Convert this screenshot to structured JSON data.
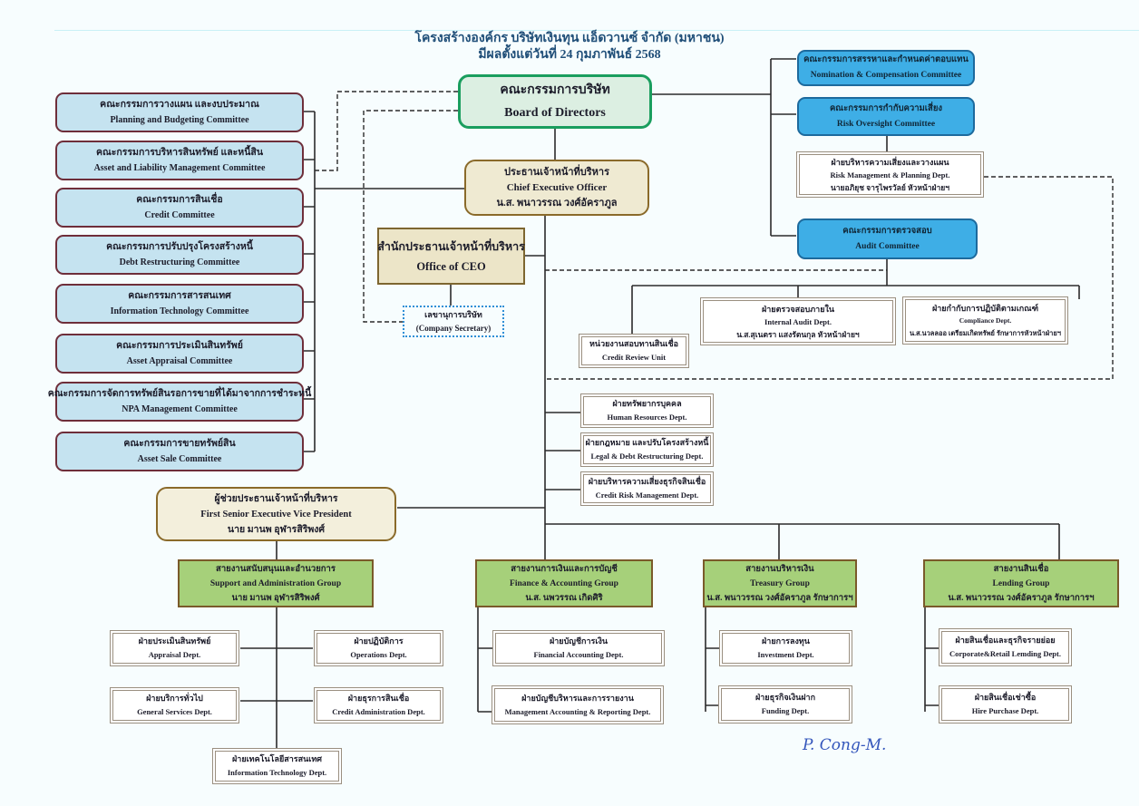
{
  "header": {
    "title": "โครงสร้างองค์กร บริษัทเงินทุน แอ็ดวานซ์ จำกัด (มหาชน)",
    "effective_date": "มีผลตั้งแต่วันที่ 24 กุมภาพันธ์ 2568"
  },
  "colors": {
    "committee_fill": "#c5e3f0",
    "board_border": "#1a9e5e",
    "blue_committee_fill": "#3eaee6",
    "group_fill": "#a6d07a",
    "title_color": "#1f4e78"
  },
  "board": {
    "th": "คณะกรรมการบริษัท",
    "en": "Board of Directors"
  },
  "left_committees": [
    {
      "th": "คณะกรรมการวางแผน และงบประมาณ",
      "en": "Planning and Budgeting Committee"
    },
    {
      "th": "คณะกรรมการบริหารสินทรัพย์ และหนี้สิน",
      "en": "Asset and Liability Management Committee"
    },
    {
      "th": "คณะกรรมการสินเชื่อ",
      "en": "Credit Committee"
    },
    {
      "th": "คณะกรรมการปรับปรุงโครงสร้างหนี้",
      "en": "Debt Restructuring Committee"
    },
    {
      "th": "คณะกรรมการสารสนเทศ",
      "en": "Information Technology Committee"
    },
    {
      "th": "คณะกรรมการประเมินสินทรัพย์",
      "en": "Asset Appraisal Committee"
    },
    {
      "th": "คณะกรรมการจัดการทรัพย์สินรอการขายที่ได้มาจากการชำระหนี้",
      "en": "NPA Management Committee"
    },
    {
      "th": "คณะกรรมการขายทรัพย์สิน",
      "en": "Asset Sale Committee"
    }
  ],
  "right_committees": {
    "nomination": {
      "th": "คณะกรรมการสรรหาและกำหนดค่าตอบแทน",
      "en": "Nomination & Compensation Committee"
    },
    "risk": {
      "th": "คณะกรรมการกำกับความเสี่ยง",
      "en": "Risk Oversight Committee"
    },
    "risk_dept": {
      "th": "ฝ่ายบริหารความเสี่ยงและวางแผน",
      "en": "Risk Management & Planning Dept.",
      "head": "นายอภิยุช จารุไพรวัลย์  หัวหน้าฝ่ายฯ"
    },
    "audit": {
      "th": "คณะกรรมการตรวจสอบ",
      "en": "Audit Committee"
    }
  },
  "audit_units": [
    {
      "th": "หน่วยงานสอบทานสินเชื่อ",
      "en": "Credit Review Unit"
    },
    {
      "th": "ฝ่ายตรวจสอบภายใน",
      "en": "Internal Audit Dept.",
      "head": "น.ส.สุเนตรา แสงรัตนกุล  หัวหน้าฝ่ายฯ"
    },
    {
      "th": "ฝ่ายกำกับการปฏิบัติตามเกณฑ์",
      "en": "Compliance Dept.",
      "head": "น.ส.นวลลออ เตรียมเกิดทรัพย์ รักษาการหัวหน้าฝ่ายฯ"
    }
  ],
  "ceo": {
    "th": "ประธานเจ้าหน้าที่บริหาร",
    "en": "Chief Executive Officer",
    "name": "น.ส. พนาวรรณ วงศ์อัคราภูล"
  },
  "office_ceo": {
    "th": "สำนักประธานเจ้าหน้าที่บริหาร",
    "en": "Office of CEO"
  },
  "secretary": {
    "th": "เลขานุการบริษัท",
    "en": "(Company Secretary)"
  },
  "ceo_depts": [
    {
      "th": "ฝ่ายทรัพยากรบุคคล",
      "en": "Human Resources Dept."
    },
    {
      "th": "ฝ่ายกฎหมาย และปรับโครงสร้างหนี้",
      "en": "Legal & Debt Restructuring Dept."
    },
    {
      "th": "ฝ่ายบริหารความเสี่ยงธุรกิจสินเชื่อ",
      "en": "Credit Risk Management Dept."
    }
  ],
  "fsevp": {
    "th": "ผู้ช่วยประธานเจ้าหน้าที่บริหาร",
    "en": "First Senior Executive Vice President",
    "name": "นาย มานพ อุฬารสิริพงศ์"
  },
  "groups": [
    {
      "th": "สายงานสนับสนุนและอำนวยการ",
      "en": "Support and Administration Group",
      "name": "นาย มานพ อุฬารสิริพงศ์",
      "depts": [
        {
          "th": "ฝ่ายประเมินสินทรัพย์",
          "en": "Appraisal Dept."
        },
        {
          "th": "ฝ่ายปฏิบัติการ",
          "en": "Operations Dept."
        },
        {
          "th": "ฝ่ายบริการทั่วไป",
          "en": "General Services Dept."
        },
        {
          "th": "ฝ่ายธุรการสินเชื่อ",
          "en": "Credit Administration Dept."
        },
        {
          "th": "ฝ่ายเทคโนโลยีสารสนเทศ",
          "en": "Information Technology Dept."
        }
      ]
    },
    {
      "th": "สายงานการเงินและการบัญชี",
      "en": "Finance & Accounting Group",
      "name": "น.ส. นพวรรณ เกิดศิริ",
      "depts": [
        {
          "th": "ฝ่ายบัญชีการเงิน",
          "en": "Financial Accounting Dept."
        },
        {
          "th": "ฝ่ายบัญชีบริหารและการรายงาน",
          "en": "Management Accounting & Reporting Dept."
        }
      ]
    },
    {
      "th": "สายงานบริหารเงิน",
      "en": "Treasury Group",
      "name": "น.ส. พนาวรรณ วงศ์อัคราภูล รักษาการฯ",
      "depts": [
        {
          "th": "ฝ่ายการลงทุน",
          "en": "Investment Dept."
        },
        {
          "th": "ฝ่ายธุรกิจเงินฝาก",
          "en": "Funding Dept."
        }
      ]
    },
    {
      "th": "สายงานสินเชื่อ",
      "en": "Lending Group",
      "name": "น.ส. พนาวรรณ วงศ์อัคราภูล รักษาการฯ",
      "depts": [
        {
          "th": "ฝ่ายสินเชื่อและธุรกิจรายย่อย",
          "en": "Corporate&Retail Lemding Dept."
        },
        {
          "th": "ฝ่ายสินเชื่อเช่าซื้อ",
          "en": "Hire Purchase Dept."
        }
      ]
    }
  ],
  "signature": "P. Cong-M."
}
